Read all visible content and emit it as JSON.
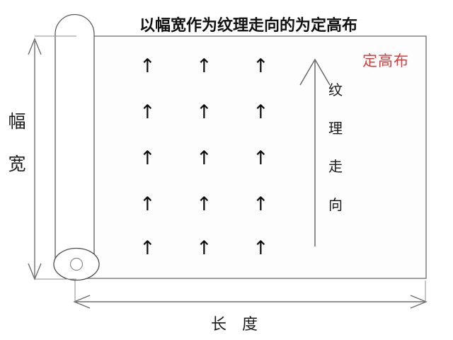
{
  "diagram": {
    "title": "以幅宽作为纹理走向的为定高布",
    "callout_label": "定高布",
    "callout_color": "#d93c3c",
    "width_label_chars": [
      "幅",
      "宽"
    ],
    "grain_label_chars": [
      "纹",
      "理",
      "走",
      "向"
    ],
    "length_label": "长 度",
    "fabric_fill": "#fdfdfd",
    "outline_color": "#6b6b6b",
    "arrow_color": "#0d0d0d",
    "grain_arrow_glyph": "↑",
    "grain_arrow_grid": {
      "columns": 3,
      "rows": 5,
      "column_x": [
        208,
        288,
        368
      ],
      "row_y": [
        95,
        160,
        225,
        290,
        352
      ],
      "glyphs": [
        [
          "↑",
          "↑",
          "↑"
        ],
        [
          "↑",
          "↑",
          "↑"
        ],
        [
          "↑",
          "↑",
          "↑"
        ],
        [
          "↑",
          "↑",
          "↑"
        ],
        [
          "↑",
          "↑",
          "↑"
        ]
      ]
    },
    "measure_width": {
      "name": "幅宽",
      "orientation": "vertical",
      "double_headed": true
    },
    "measure_length": {
      "name": "长度",
      "orientation": "horizontal",
      "double_headed": true
    }
  }
}
